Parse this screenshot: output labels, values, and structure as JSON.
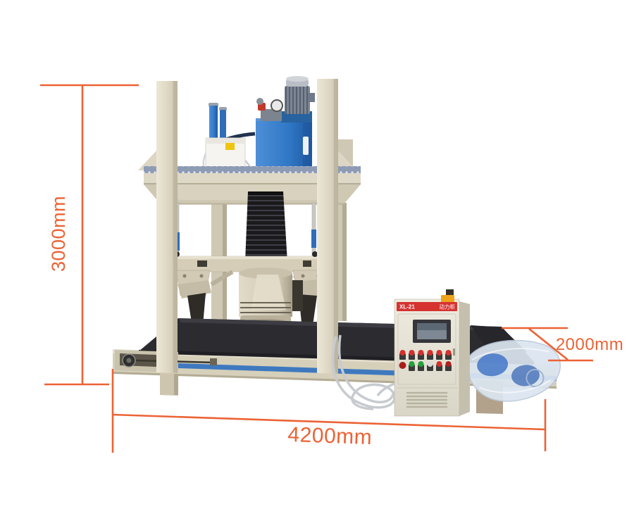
{
  "annotations": {
    "height_label": "3000mm",
    "length_label": "4200mm",
    "depth_label": "2000mm"
  },
  "control_cabinet": {
    "model": "XL-21",
    "type_label": "动力柜"
  },
  "colors": {
    "dimension_accent": "#ec6335",
    "frame_cream": "#d8d1bd",
    "hydraulic_blue": "#2f77c5",
    "motor_gray": "#76808e",
    "belt_dark": "#2b2b30",
    "cabinet_body": "#e6e3d6",
    "cabinet_band_red": "#d63230",
    "beacon_yellow": "#f0a41c",
    "button_red": "#d2302c",
    "button_green": "#22a23c",
    "conveyor_stripe_blue": "#2e6fc0"
  }
}
